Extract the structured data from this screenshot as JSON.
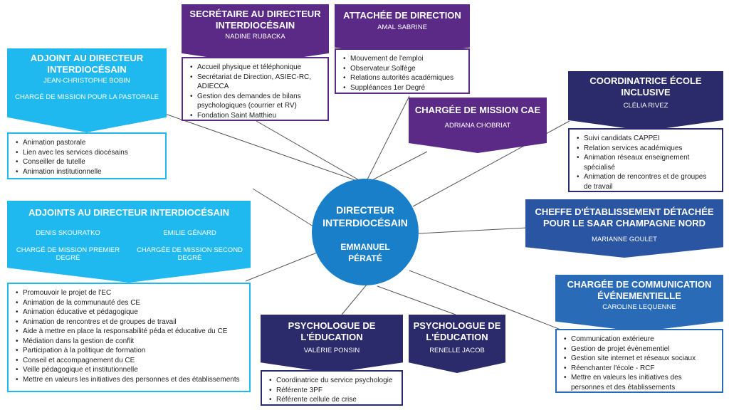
{
  "center": {
    "title": "DIRECTEUR INTERDIOCÉSAIN",
    "name_line1": "EMMANUEL",
    "name_line2": "PÉRATÉ"
  },
  "adjoint": {
    "title": "ADJOINT AU DIRECTEUR INTERDIOCÉSAIN",
    "name": "JEAN-CHRISTOPHE BOBIN",
    "role": "CHARGÉ DE MISSION POUR LA PASTORALE",
    "items": [
      "Animation pastorale",
      "Lien avec les services diocésains",
      "Conseiller de tutelle",
      "Animation institutionnelle"
    ]
  },
  "adjoints": {
    "title": "ADJOINTS AU DIRECTEUR INTERDIOCÉSAIN",
    "name1": "DENIS SKOURATKO",
    "name2": "EMILIE GÉNARD",
    "role1": "CHARGÉ DE MISSION PREMIER DEGRÉ",
    "role2": "CHARGÉE DE MISSION SECOND DEGRÉ",
    "items": [
      "Promouvoir le projet de l'EC",
      "Animation de la communauté des CE",
      "Animation éducative et pédagogique",
      "Animation de rencontres et de groupes de travail",
      "Aide à mettre en place la responsabilité péda et éducative du CE",
      "Médiation dans la gestion de conflit",
      "Participation à la politique de formation",
      "Conseil et accompagnement du CE",
      "Veille pédagogique et institutionnelle",
      "Mettre en valeurs les initiatives des personnes et des établissements"
    ]
  },
  "secretaire": {
    "title": "SECRÉTAIRE AU DIRECTEUR INTERDIOCÉSAIN",
    "name": "NADINE RUBACKA",
    "items": [
      "Accueil physique et téléphonique",
      "Secrétariat de Direction, ASIEC-RC, ADIECCA",
      "Gestion des demandes de bilans psychologiques (courrier et RV)",
      "Fondation Saint Matthieu"
    ]
  },
  "attachee": {
    "title": "ATTACHÉE DE DIRECTION",
    "name": "AMAL SABRINE",
    "items": [
      "Mouvement de l'emploi",
      "Observateur Solfège",
      "Relations autorités académiques",
      "Suppléances 1er Degré"
    ]
  },
  "cae": {
    "title": "CHARGÉE DE MISSION CAE",
    "name": "ADRIANA CHOBRIAT"
  },
  "inclusive": {
    "title": "COORDINATRICE ÉCOLE INCLUSIVE",
    "name": "CLÉLIA RIVEZ",
    "items": [
      "Suivi candidats CAPPEI",
      "Relation services académiques",
      "Animation réseaux enseignement spécialisé",
      "Animation de rencontres et de groupes de travail"
    ]
  },
  "saar": {
    "title": "CHEFFE D'ÉTABLISSEMENT DÉTACHÉE POUR LE SAAR CHAMPAGNE NORD",
    "name": "MARIANNE GOULET"
  },
  "communication": {
    "title": "CHARGÉE DE COMMUNICATION ÉVÉNEMENTIELLE",
    "name": "CAROLINE LEQUENNE",
    "items": [
      "Communication extérieure",
      "Gestion de projet évènementiel",
      "Gestion site internet et réseaux sociaux",
      "Réenchanter l'école - RCF",
      "Mettre en valeurs les initiatives des personnes et des établissements"
    ]
  },
  "psy1": {
    "title": "PSYCHOLOGUE DE L'ÉDUCATION",
    "name": "VALÉRIE PONSIN",
    "items": [
      "Coordinatrice du service psychologie",
      "Référente 3PF",
      "Référente cellule de crise"
    ]
  },
  "psy2": {
    "title": "PSYCHOLOGUE DE L'ÉDUCATION",
    "name": "RENELLE JACOB"
  },
  "colors": {
    "light": "#1fb8ef",
    "purple": "#5b2a86",
    "navy": "#2b2a6b",
    "blue": "#2a6bb8",
    "center": "#1a7fc9"
  }
}
